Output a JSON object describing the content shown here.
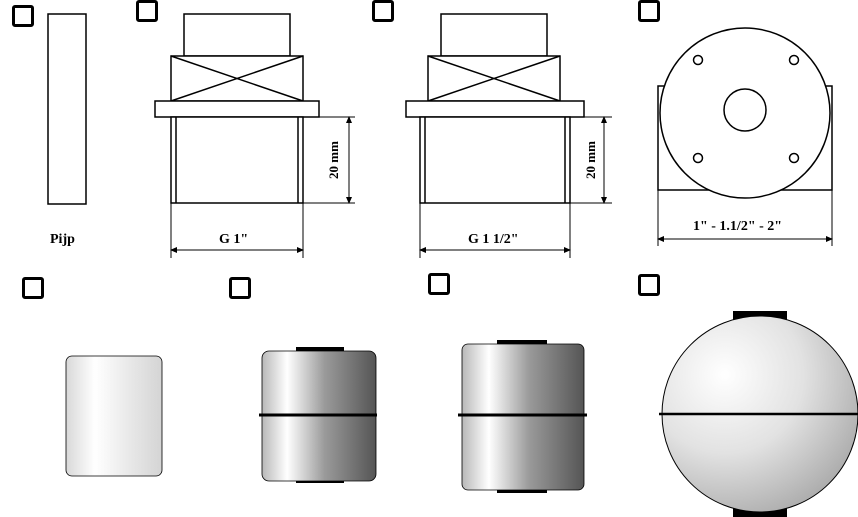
{
  "options": [
    {
      "id": "pipe",
      "label": "Pijp",
      "checked": false
    },
    {
      "id": "socket-g1",
      "label": "G 1\"",
      "dimension": "20 mm",
      "checked": false
    },
    {
      "id": "socket-g1-1-2",
      "label": "G 1 1/2\"",
      "dimension": "20 mm",
      "checked": false
    },
    {
      "id": "flange",
      "label": "1\" - 1.1/2\" - 2\"",
      "checked": false
    },
    {
      "id": "float-cylinder",
      "checked": false
    },
    {
      "id": "float-cylinder-seam-small",
      "checked": false
    },
    {
      "id": "float-cylinder-seam-large",
      "checked": false
    },
    {
      "id": "float-sphere",
      "checked": false
    }
  ],
  "colors": {
    "line": "#000000",
    "fill": "#ffffff"
  }
}
